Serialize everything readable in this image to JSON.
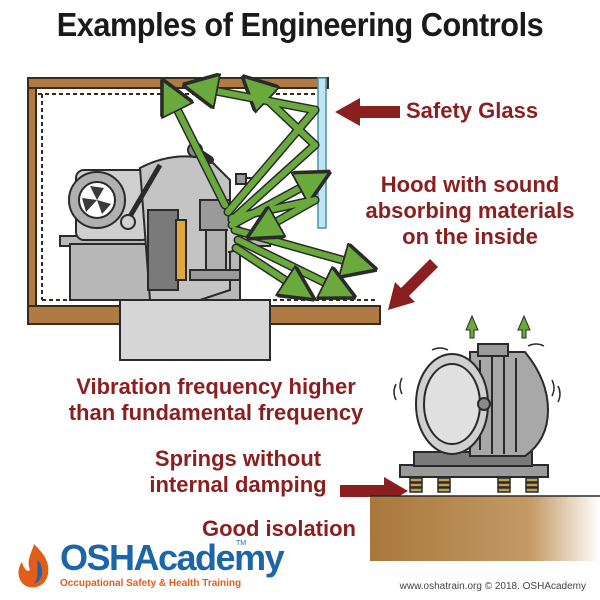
{
  "title": "Examples of Engineering Controls",
  "labels": {
    "safety_glass": "Safety Glass",
    "hood_line1": "Hood with sound",
    "hood_line2": "absorbing materials",
    "hood_line3": "on the inside",
    "vibration_line1": "Vibration frequency higher",
    "vibration_line2": "than fundamental frequency",
    "springs_line1": "Springs without",
    "springs_line2": "internal damping",
    "isolation": "Good isolation"
  },
  "logo": {
    "name": "OSHAcademy",
    "trademark": "TM",
    "tagline": "Occupational Safety & Health Training"
  },
  "credit": "www.oshatrain.org © 2018. OSHAcademy",
  "colors": {
    "label_red": "#8b1e1e",
    "arrow_green": "#6aaa3c",
    "hood_brown": "#b07a45",
    "ground_brown": "#a8773c",
    "machine_gray": "#b8b8b8",
    "logo_blue": "#1a66a8",
    "logo_orange": "#e35d1a"
  },
  "icons": {
    "logo_mark": "flame-icon"
  }
}
